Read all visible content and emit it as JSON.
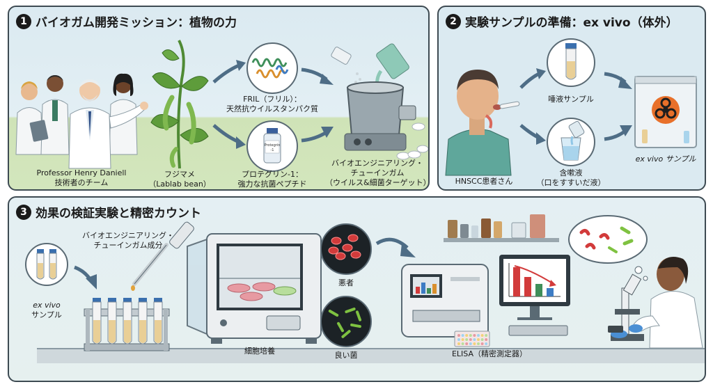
{
  "panel1": {
    "number": "1",
    "title": "バイオガム開発ミッション：植物の力",
    "team_line1": "Professor Henry Daniell",
    "team_line2": "技術者のチーム",
    "plant_line1": "フジマメ",
    "plant_line2": "（Lablab bean）",
    "fril_line1": "FRIL（フリル）：",
    "fril_line2": "天然抗ウイルスタンパク質",
    "protegrin_line1": "プロテグリン-1：",
    "protegrin_line2": "強力な抗菌ペプチド",
    "vial_label_line1": "Protegrin",
    "vial_label_line2": "-1",
    "gum_line1": "バイオエンジニアリング・",
    "gum_line2": "チューインガム",
    "gum_line3": "（ウイルス&細菌ターゲット）"
  },
  "panel2": {
    "number": "2",
    "title": "実験サンプルの準備：ex vivo（体外）",
    "patient": "HNSCC患者さん",
    "saliva": "唾液サンプル",
    "rinse_line1": "含嗽液",
    "rinse_line2": "（口をすすいだ液）",
    "exvivo": "ex vivo サンプル"
  },
  "panel3": {
    "number": "3",
    "title": "効果の検証実験と精密カウント",
    "component_line1": "バイオエンジニアリング・",
    "component_line2": "チューインガム成分",
    "exvivo_line1": "ex vivo",
    "exvivo_line2": "サンプル",
    "incubator": "細胞培養",
    "bad": "悪者",
    "good": "良い菌",
    "elisa": "ELISA（精密測定器）"
  },
  "colors": {
    "border": "#3d4a52",
    "arrow": "#4e6d86",
    "panel_bg": "#dbeaf1",
    "grass": "#cfe3b7",
    "bad_bacteria": "#d23b3b",
    "good_bacteria": "#7fc241"
  }
}
